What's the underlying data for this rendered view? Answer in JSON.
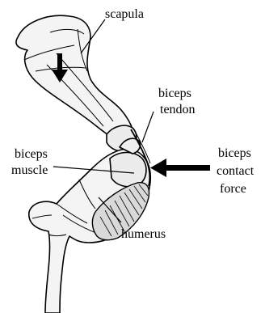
{
  "labels": {
    "scapula": "scapula",
    "biceps_tendon_line1": "biceps",
    "biceps_tendon_line2": "tendon",
    "biceps_muscle_line1": "biceps",
    "biceps_muscle_line2": "muscle",
    "contact_force_line1": "biceps",
    "contact_force_line2": "contact",
    "contact_force_line3": "force",
    "humerus": "humerus"
  },
  "colors": {
    "ink": "#000000",
    "bone_fill": "#f4f4f4",
    "muscle_fill": "#d9d9d9",
    "background": "#ffffff"
  }
}
